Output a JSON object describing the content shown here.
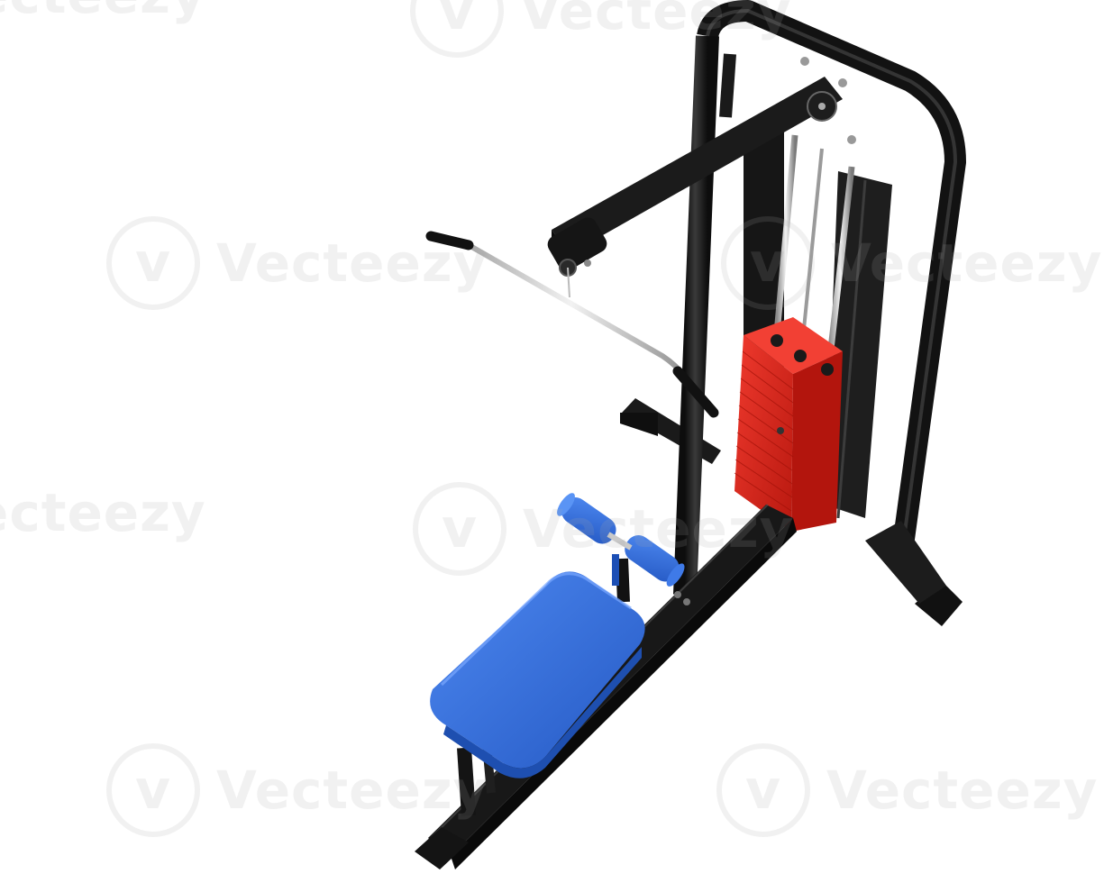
{
  "image": {
    "subject": "seated cable row machine",
    "background_color": "#ffffff"
  },
  "colors": {
    "frame": "#141414",
    "frame_highlight": "#4a4a4a",
    "weight_stack": "#e0261c",
    "weight_stack_shadow": "#a8150e",
    "upholstery": "#2f6fe0",
    "upholstery_shadow": "#1c4fb5",
    "chrome": "#c9c9c9"
  },
  "watermark": {
    "text": "Vecteezy",
    "logo_glyph": "v",
    "partial_left": "ecteezy",
    "partial_top": "Vecteezy"
  }
}
